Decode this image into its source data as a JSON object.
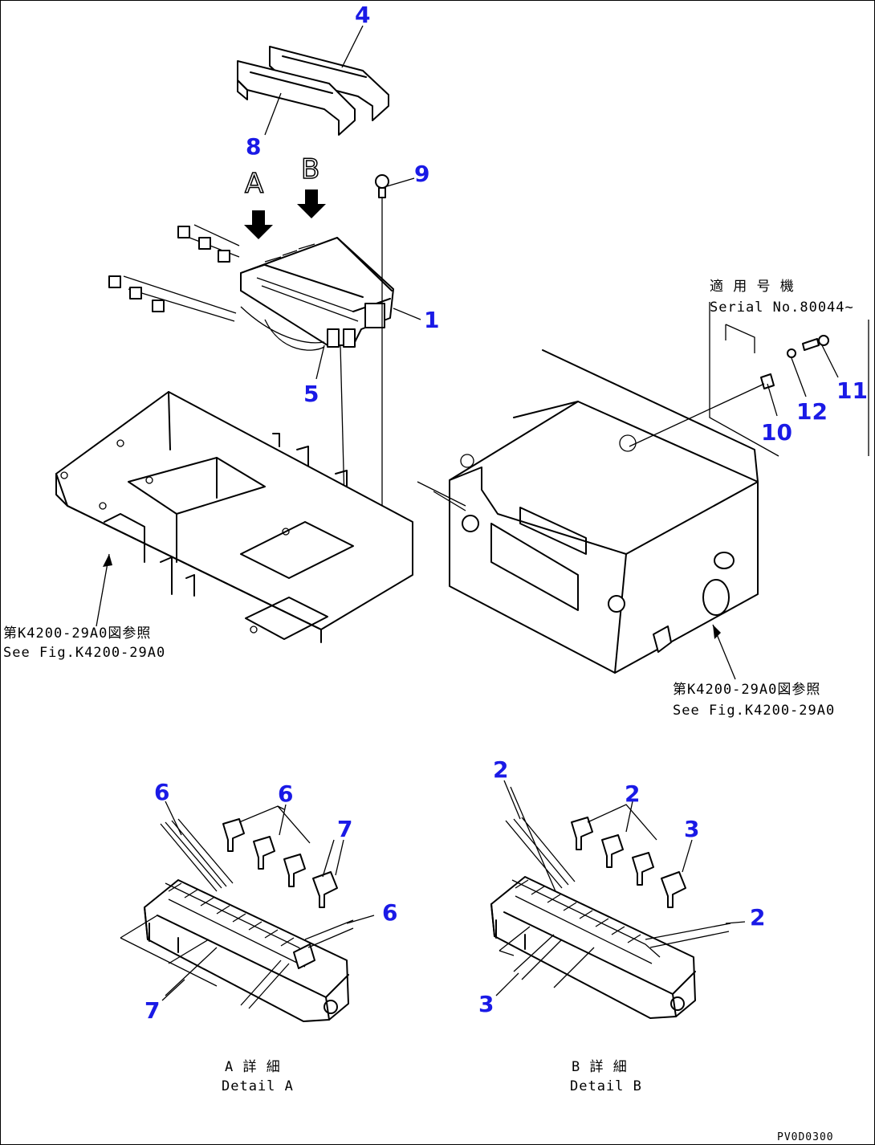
{
  "callouts": {
    "c1": "1",
    "c2a": "2",
    "c2b": "2",
    "c2c": "2",
    "c3a": "3",
    "c3b": "3",
    "c4": "4",
    "c5": "5",
    "c6a": "6",
    "c6b": "6",
    "c6c": "6",
    "c7a": "7",
    "c7b": "7",
    "c8": "8",
    "c9": "9",
    "c10": "10",
    "c11": "11",
    "c12": "12"
  },
  "view_letters": {
    "a": "A",
    "b": "B"
  },
  "notes": {
    "serial_jp": "適 用 号 機",
    "serial_en": "Serial No.80044~",
    "ref_left_jp": "第K4200-29A0図参照",
    "ref_left_en": "See Fig.K4200-29A0",
    "ref_right_jp": "第K4200-29A0図参照",
    "ref_right_en": "See Fig.K4200-29A0",
    "detail_a_jp": "A 詳 細",
    "detail_a_en": "Detail A",
    "detail_b_jp": "B 詳 細",
    "detail_b_en": "Detail B",
    "figure_code": "PV0D0300"
  },
  "colors": {
    "callout": "#1a1ae6",
    "line": "#000000"
  }
}
